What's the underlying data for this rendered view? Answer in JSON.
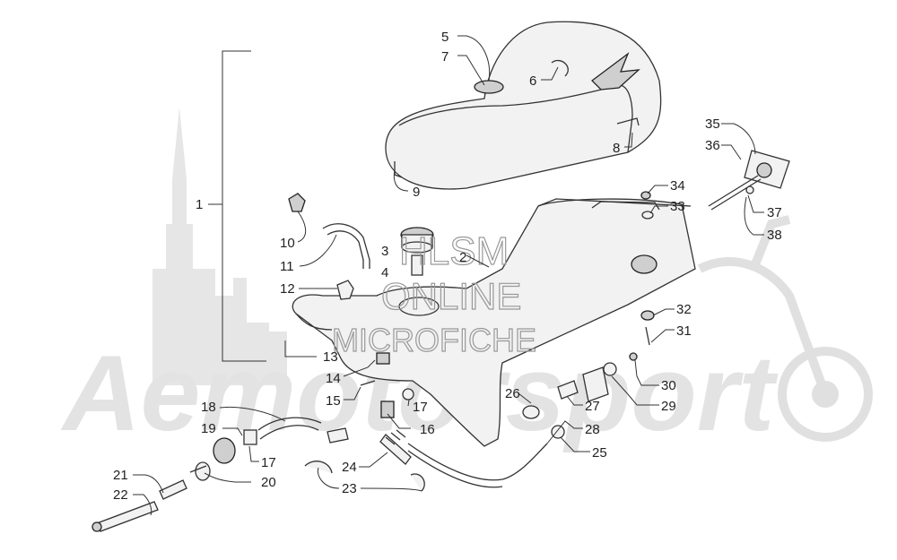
{
  "watermark": {
    "line1": "HLSM",
    "line2": "ONLINE",
    "line3": "MICROFICHE",
    "brand": "Aemotorsport"
  },
  "callouts": [
    {
      "id": "1",
      "label": "1"
    },
    {
      "id": "2",
      "label": "2"
    },
    {
      "id": "3",
      "label": "3"
    },
    {
      "id": "4",
      "label": "4"
    },
    {
      "id": "5",
      "label": "5"
    },
    {
      "id": "6",
      "label": "6"
    },
    {
      "id": "7",
      "label": "7"
    },
    {
      "id": "8",
      "label": "8"
    },
    {
      "id": "9",
      "label": "9"
    },
    {
      "id": "10",
      "label": "10"
    },
    {
      "id": "11",
      "label": "11"
    },
    {
      "id": "12",
      "label": "12"
    },
    {
      "id": "13",
      "label": "13"
    },
    {
      "id": "14",
      "label": "14"
    },
    {
      "id": "15",
      "label": "15"
    },
    {
      "id": "16",
      "label": "16"
    },
    {
      "id": "17a",
      "label": "17"
    },
    {
      "id": "17b",
      "label": "17"
    },
    {
      "id": "18",
      "label": "18"
    },
    {
      "id": "19",
      "label": "19"
    },
    {
      "id": "20",
      "label": "20"
    },
    {
      "id": "21",
      "label": "21"
    },
    {
      "id": "22",
      "label": "22"
    },
    {
      "id": "23",
      "label": "23"
    },
    {
      "id": "24",
      "label": "24"
    },
    {
      "id": "25",
      "label": "25"
    },
    {
      "id": "26",
      "label": "26"
    },
    {
      "id": "27",
      "label": "27"
    },
    {
      "id": "28",
      "label": "28"
    },
    {
      "id": "29",
      "label": "29"
    },
    {
      "id": "30",
      "label": "30"
    },
    {
      "id": "31",
      "label": "31"
    },
    {
      "id": "32",
      "label": "32"
    },
    {
      "id": "33",
      "label": "33"
    },
    {
      "id": "34",
      "label": "34"
    },
    {
      "id": "35",
      "label": "35"
    },
    {
      "id": "36",
      "label": "36"
    },
    {
      "id": "37",
      "label": "37"
    },
    {
      "id": "38",
      "label": "38"
    }
  ]
}
